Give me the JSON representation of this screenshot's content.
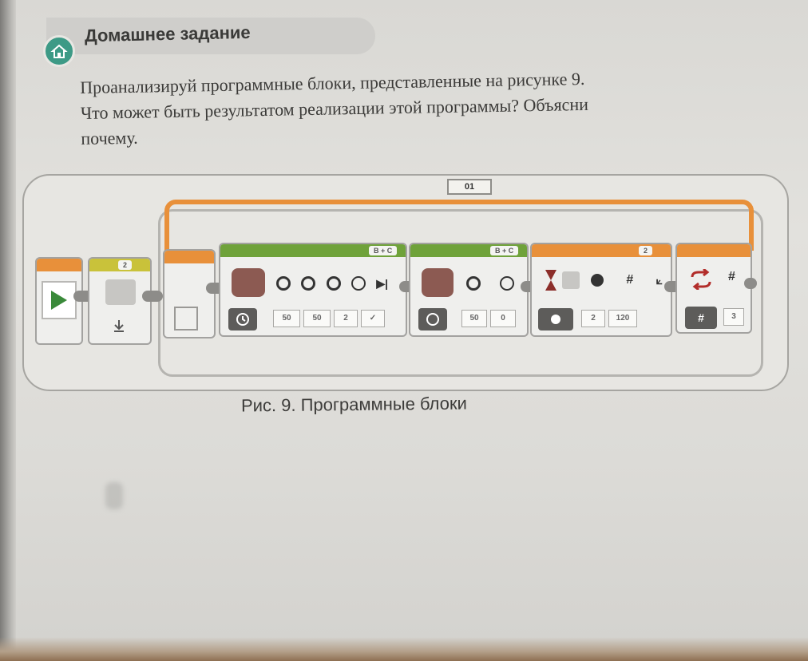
{
  "header": {
    "title": "Домашнее задание",
    "icon": "house-icon",
    "accent": "#3d9a86"
  },
  "task": {
    "lines": [
      "Проанализируй программные блоки, представленные на рисунке 9.",
      "Что может быть результатом реализации этой программы? Объясни",
      "почему."
    ]
  },
  "program": {
    "loop_label": "01",
    "colors": {
      "flow": "#e8903a",
      "action": "#6fa23a",
      "sensor": "#c9c23a",
      "control": "#e8903a"
    },
    "blocks": [
      {
        "id": "start",
        "icon": "play-icon"
      },
      {
        "id": "brick-button-wait",
        "port": "2",
        "icon": "brick-icon",
        "mode_icon": "download-icon"
      },
      {
        "id": "loop-start"
      },
      {
        "id": "move-tank-1",
        "port": "B + C",
        "mode_icon": "timer-icon",
        "params": [
          "50",
          "50",
          "2",
          "✓"
        ]
      },
      {
        "id": "move-tank-2",
        "port": "B + C",
        "mode_icon": "stop-icon",
        "params": [
          "50",
          "0"
        ]
      },
      {
        "id": "wait-color",
        "port": "2",
        "mode_icon": "color-sensor-icon",
        "params": [
          "2",
          "120"
        ]
      },
      {
        "id": "loop-interrupt",
        "mode_icon": "loop-icon",
        "params": [
          "#",
          "3"
        ]
      }
    ]
  },
  "caption": "Рис. 9. Программные блоки"
}
